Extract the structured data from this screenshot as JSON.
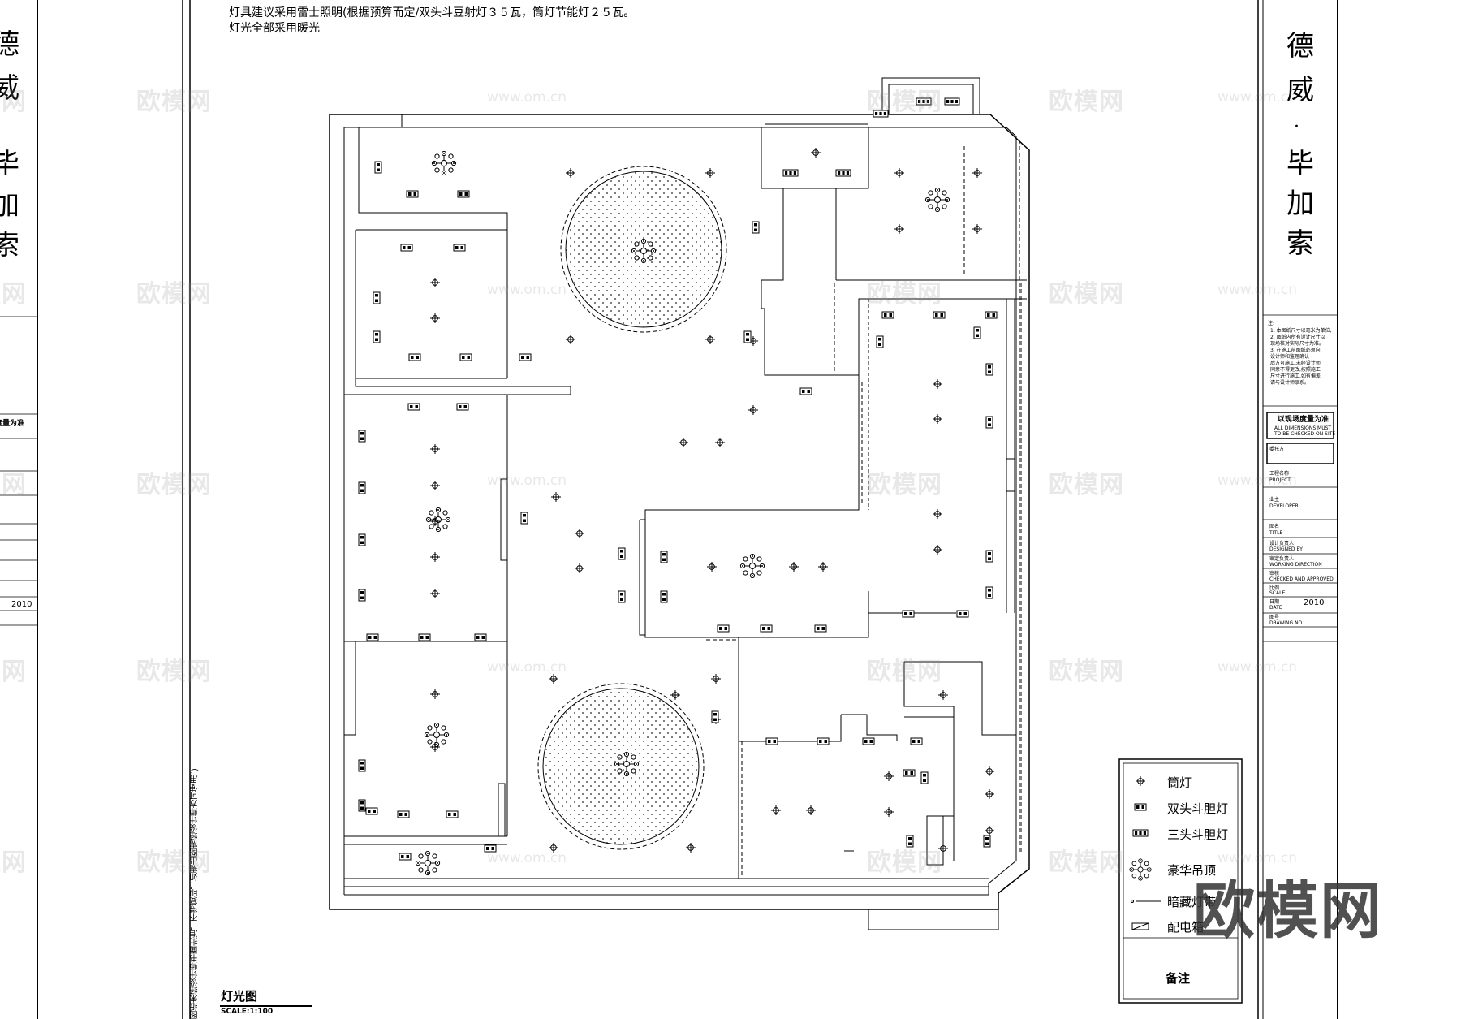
{
  "notes": {
    "line1": "灯具建议采用雷士照明(根据预算而定/双头斗豆射灯３５瓦，筒灯节能灯２５瓦。",
    "line2": "灯光全部采用暖光"
  },
  "title_block": {
    "c1": "德",
    "c2": "威",
    "dot": "·",
    "c3": "毕",
    "c4": "加",
    "c5": "索",
    "note_head": "注:",
    "note_lines": [
      "1. 本图纸尺寸以毫米为单位,",
      "2. 图纸内所有设计尺寸以",
      "   现场核对实际尺寸为准。",
      "3. 在施工前图纸必须向",
      "   设计师和监理确认",
      "   后方可施工,未经设计师",
      "   同意不得更改,按照施工",
      "   尺寸进行施工,如有偏差",
      "   请与设计师联系。"
    ],
    "site_cn": "以现场度量为准",
    "site_en1": "ALL DIMENSIONS MUST",
    "site_en2": "TO BE CHECKED ON SITE",
    "client_label": "委托方",
    "project_label": "工程名称",
    "project_en": "PROJECT",
    "developer_label": "业主",
    "developer_en": "DEVELOPER",
    "title_label": "图名",
    "title_en": "TITLE",
    "designer_label": "设计负责人",
    "designer_en": "DESIGNED BY",
    "director_label": "审定负责人",
    "director_en": "WORKING DIRECTION",
    "check_label": "审核",
    "check_en": "CHECKED AND APPROVED",
    "scale_label": "比例",
    "scale_en": "SCALE",
    "date_label": "日期",
    "date_en": "DATE",
    "year": "2010",
    "drawing_no_label": "图号",
    "drawing_no_en": "DRAWING NO"
  },
  "left_block": {
    "c1": "德",
    "c2": "威",
    "c3": "毕",
    "c4": "加",
    "c5": "索",
    "site_cn": "度量为准",
    "year": "2010"
  },
  "drawing_title": "灯光图",
  "drawing_scale": "SCALE:1:100",
  "vertical_note": "图纸未经设计师书面批准，不得复印，如需出图需经设计师方可使用。)",
  "legend": {
    "items": [
      {
        "label": "筒灯",
        "icon": "downlight-icon"
      },
      {
        "label": "双头斗胆灯",
        "icon": "double-spotlight-icon"
      },
      {
        "label": "三头斗胆灯",
        "icon": "triple-spotlight-icon"
      },
      {
        "label": "豪华吊顶",
        "icon": "chandelier-icon"
      },
      {
        "label": "暗藏灯带",
        "icon": "hidden-light-strip-icon"
      },
      {
        "label": "配电箱",
        "icon": "distribution-box-icon"
      }
    ],
    "remarks_label": "备注"
  },
  "watermarks": {
    "text": "欧模网",
    "url": "www.om.cn",
    "brand": "欧模网"
  }
}
